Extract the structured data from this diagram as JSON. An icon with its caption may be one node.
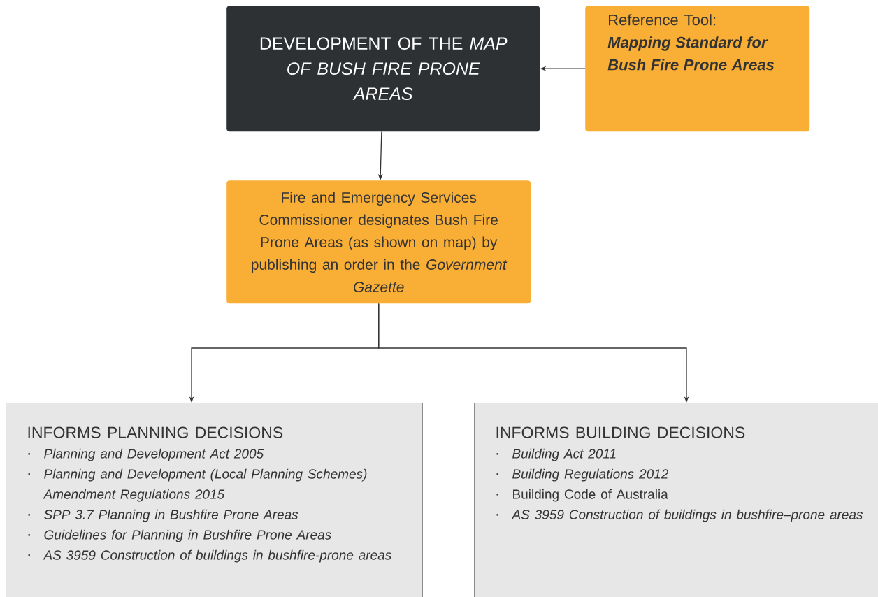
{
  "diagram": {
    "nodes": [
      {
        "text": [
          "DEVELOPMENT OF THE *MAP OF BUSH FIRE PRONE AREAS*"
        ]
      },
      {
        "text": [
          "Reference Tool:",
          "Mapping Standard for Bush Fire Prone Areas"
        ]
      },
      {
        "text": [
          "Fire and Emergency Services Commissioner designates Bush Fire Prone Areas (as shown on map) by publishing an order in the *Government Gazette*"
        ]
      },
      {
        "text": [
          "INFORMS PLANNING DECISIONS",
          "*Planning and Development Act 2005*",
          "*Planning and Development (Local Planning Schemes) Amendment Regulations 2015*",
          "*SPP 3.7 Planning in Bushfire Prone Areas*",
          "*Guidelines for Planning in Bushfire Prone Areas*",
          "*AS 3959 Construction of buildings in bushfire-prone areas*"
        ]
      },
      {
        "text": [
          "INFORMS BUILDING DECISIONS",
          "*Building Act 2011*",
          "*Building Regulations 2012*",
          "Building Code of Australia",
          "*AS 3959 Construction of buildings in bushfire–prone areas*"
        ]
      }
    ],
    "edges": [
      {
        "from": 1,
        "to": 0,
        "arrow": "to"
      },
      {
        "from": 0,
        "to": 2,
        "arrow": "to"
      },
      {
        "from": 2,
        "to": 3,
        "arrow": "to"
      },
      {
        "from": 2,
        "to": 4,
        "arrow": "to"
      }
    ]
  }
}
